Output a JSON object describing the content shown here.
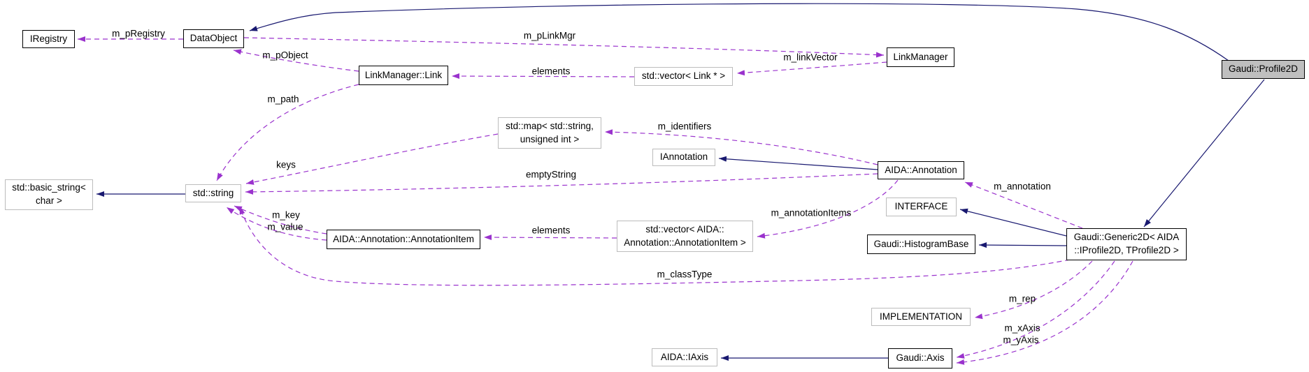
{
  "diagram": {
    "type": "collaboration-graph",
    "main_class": "Gaudi::Profile2D",
    "colors": {
      "inheritance_edge": "#191970",
      "usage_edge": "#9a32cd",
      "node_border": "#000000",
      "undocumented_border": "#bcbcbc",
      "main_node_fill": "#bfbfbf",
      "node_fill": "#ffffff",
      "text": "#000000",
      "background": "#ffffff"
    },
    "nodes": [
      {
        "id": "iregistry",
        "label": "IRegistry"
      },
      {
        "id": "dataobject",
        "label": "DataObject"
      },
      {
        "id": "linkmanager-link",
        "label": "LinkManager::Link"
      },
      {
        "id": "vector-link",
        "label": "std::vector< Link * >"
      },
      {
        "id": "linkmanager",
        "label": "LinkManager"
      },
      {
        "id": "profile2d",
        "label": "Gaudi::Profile2D"
      },
      {
        "id": "map-string-uint",
        "label": "std::map< std::string,\nunsigned int >"
      },
      {
        "id": "iannotation",
        "label": "IAnnotation"
      },
      {
        "id": "aida-annotation",
        "label": "AIDA::Annotation"
      },
      {
        "id": "basic-string",
        "label": "std::basic_string<\nchar >"
      },
      {
        "id": "std-string",
        "label": "std::string"
      },
      {
        "id": "annotation-item",
        "label": "AIDA::Annotation::AnnotationItem"
      },
      {
        "id": "vector-annotation-item",
        "label": "std::vector< AIDA::\nAnnotation::AnnotationItem >"
      },
      {
        "id": "interface",
        "label": "INTERFACE"
      },
      {
        "id": "histogram-base",
        "label": "Gaudi::HistogramBase"
      },
      {
        "id": "generic2d",
        "label": "Gaudi::Generic2D< AIDA\n::IProfile2D, TProfile2D >"
      },
      {
        "id": "implementation",
        "label": "IMPLEMENTATION"
      },
      {
        "id": "aida-iaxis",
        "label": "AIDA::IAxis"
      },
      {
        "id": "gaudi-axis",
        "label": "Gaudi::Axis"
      }
    ],
    "edge_labels": [
      {
        "text": "m_pRegistry"
      },
      {
        "text": "m_pLinkMgr"
      },
      {
        "text": "m_linkVector"
      },
      {
        "text": "elements"
      },
      {
        "text": "m_pObject"
      },
      {
        "text": "m_path"
      },
      {
        "text": "m_identifiers"
      },
      {
        "text": "keys"
      },
      {
        "text": "emptyString"
      },
      {
        "text": "m_annotation"
      },
      {
        "text": "m_key"
      },
      {
        "text": "m_value"
      },
      {
        "text": "elements"
      },
      {
        "text": "m_annotationItems"
      },
      {
        "text": "m_classType"
      },
      {
        "text": "m_rep"
      },
      {
        "text": "m_xAxis"
      },
      {
        "text": "m_yAxis"
      }
    ],
    "relations": [
      {
        "from": "Gaudi::Profile2D",
        "to": "DataObject",
        "type": "inheritance"
      },
      {
        "from": "Gaudi::Profile2D",
        "to": "Gaudi::Generic2D< AIDA::IProfile2D, TProfile2D >",
        "type": "inheritance"
      },
      {
        "from": "AIDA::Annotation",
        "to": "IAnnotation",
        "type": "inheritance"
      },
      {
        "from": "std::string",
        "to": "std::basic_string< char >",
        "type": "inheritance"
      },
      {
        "from": "Gaudi::Generic2D< AIDA::IProfile2D, TProfile2D >",
        "to": "INTERFACE",
        "type": "inheritance"
      },
      {
        "from": "Gaudi::Generic2D< AIDA::IProfile2D, TProfile2D >",
        "to": "Gaudi::HistogramBase",
        "type": "inheritance"
      },
      {
        "from": "Gaudi::Axis",
        "to": "AIDA::IAxis",
        "type": "inheritance"
      },
      {
        "from": "DataObject",
        "to": "IRegistry",
        "type": "usage",
        "label": "m_pRegistry"
      },
      {
        "from": "DataObject",
        "to": "LinkManager",
        "type": "usage",
        "label": "m_pLinkMgr"
      },
      {
        "from": "LinkManager",
        "to": "std::vector< Link * >",
        "type": "usage",
        "label": "m_linkVector"
      },
      {
        "from": "std::vector< Link * >",
        "to": "LinkManager::Link",
        "type": "usage",
        "label": "elements"
      },
      {
        "from": "LinkManager::Link",
        "to": "DataObject",
        "type": "usage",
        "label": "m_pObject"
      },
      {
        "from": "LinkManager::Link",
        "to": "std::string",
        "type": "usage",
        "label": "m_path"
      },
      {
        "from": "AIDA::Annotation",
        "to": "std::map< std::string, unsigned int >",
        "type": "usage",
        "label": "m_identifiers"
      },
      {
        "from": "std::map< std::string, unsigned int >",
        "to": "std::string",
        "type": "usage",
        "label": "keys"
      },
      {
        "from": "AIDA::Annotation",
        "to": "std::string",
        "type": "usage",
        "label": "emptyString"
      },
      {
        "from": "Gaudi::Generic2D< AIDA::IProfile2D, TProfile2D >",
        "to": "AIDA::Annotation",
        "type": "usage",
        "label": "m_annotation"
      },
      {
        "from": "AIDA::Annotation",
        "to": "std::vector< AIDA::Annotation::AnnotationItem >",
        "type": "usage",
        "label": "m_annotationItems"
      },
      {
        "from": "std::vector< AIDA::Annotation::AnnotationItem >",
        "to": "AIDA::Annotation::AnnotationItem",
        "type": "usage",
        "label": "elements"
      },
      {
        "from": "AIDA::Annotation::AnnotationItem",
        "to": "std::string",
        "type": "usage",
        "label": "m_key"
      },
      {
        "from": "AIDA::Annotation::AnnotationItem",
        "to": "std::string",
        "type": "usage",
        "label": "m_value"
      },
      {
        "from": "Gaudi::Generic2D< AIDA::IProfile2D, TProfile2D >",
        "to": "std::string",
        "type": "usage",
        "label": "m_classType"
      },
      {
        "from": "Gaudi::Generic2D< AIDA::IProfile2D, TProfile2D >",
        "to": "IMPLEMENTATION",
        "type": "usage",
        "label": "m_rep"
      },
      {
        "from": "Gaudi::Generic2D< AIDA::IProfile2D, TProfile2D >",
        "to": "Gaudi::Axis",
        "type": "usage",
        "label": "m_xAxis"
      },
      {
        "from": "Gaudi::Generic2D< AIDA::IProfile2D, TProfile2D >",
        "to": "Gaudi::Axis",
        "type": "usage",
        "label": "m_yAxis"
      }
    ]
  }
}
